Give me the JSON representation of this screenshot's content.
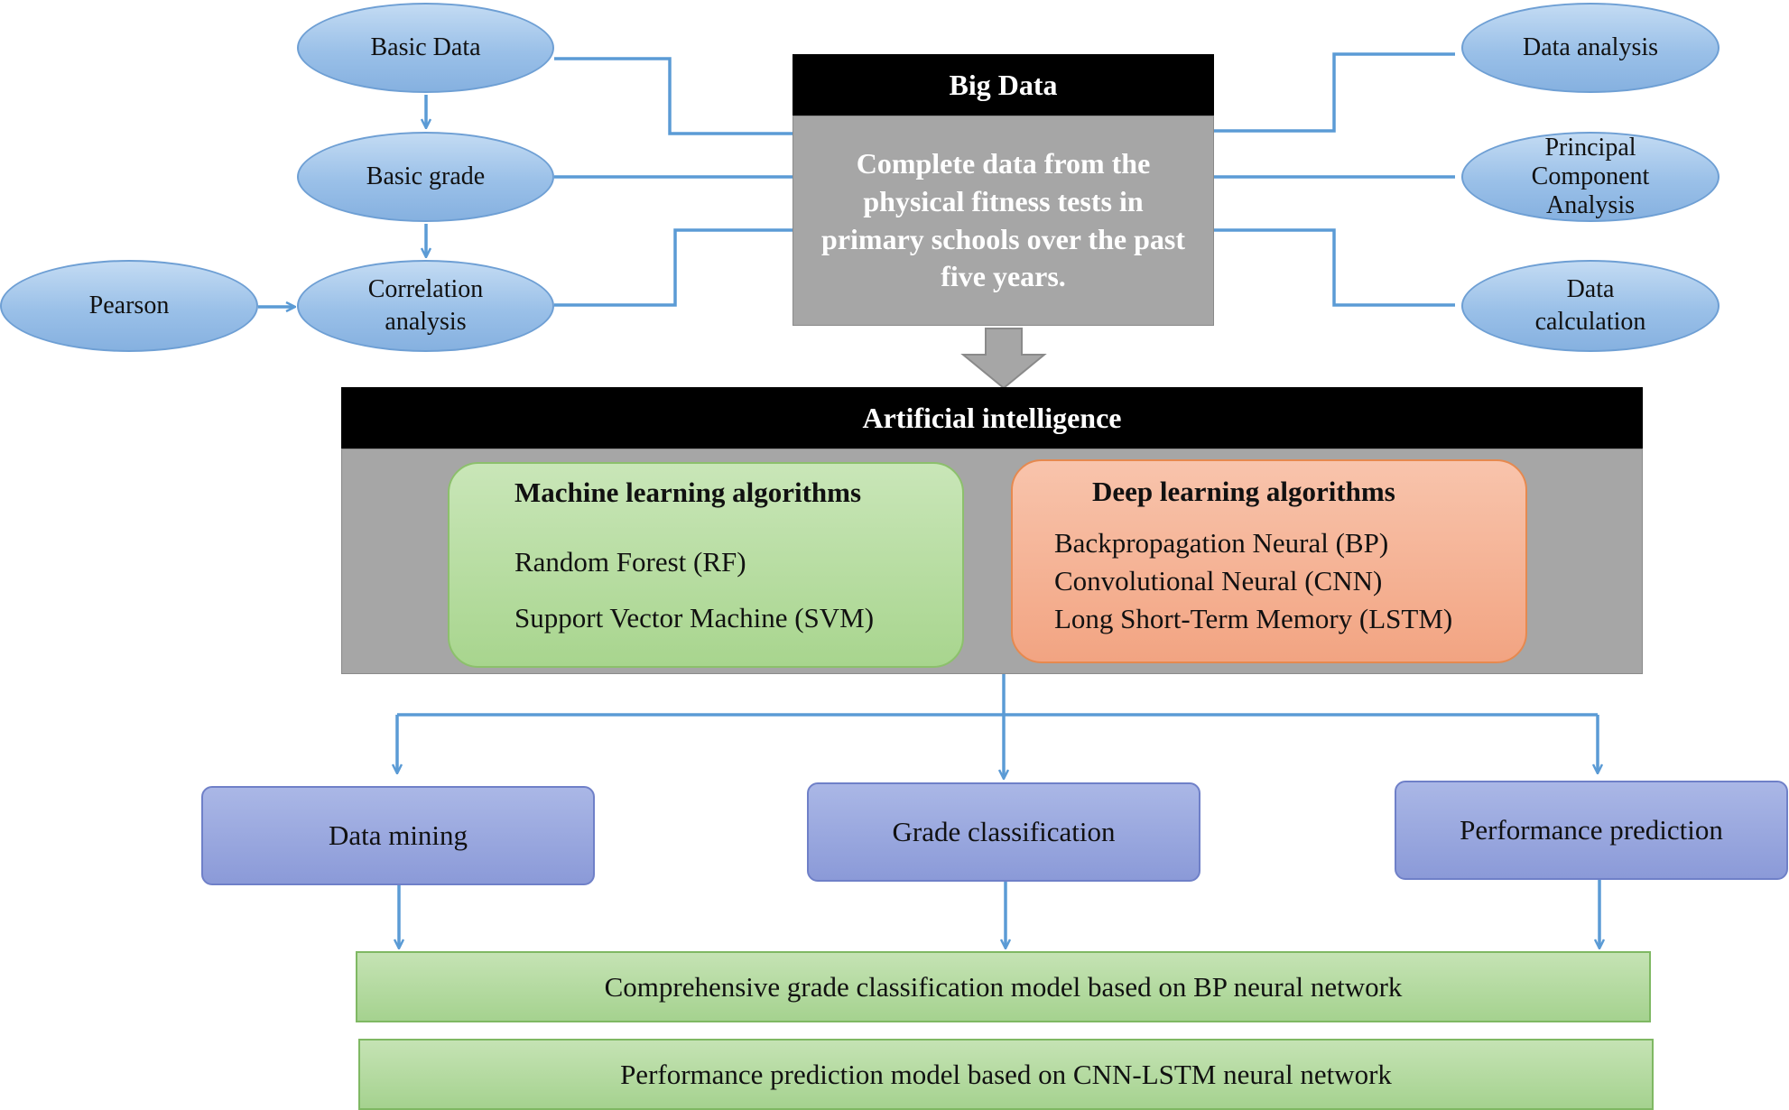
{
  "top_left": {
    "basic_data": "Basic Data",
    "basic_grade": "Basic grade",
    "correlation": [
      "Correlation",
      "analysis"
    ],
    "pearson": "Pearson"
  },
  "big_data": {
    "title": "Big Data",
    "text": [
      "Complete data from the",
      "physical fitness tests in",
      "primary schools over the past",
      "five years."
    ]
  },
  "top_right": {
    "data_analysis": "Data analysis",
    "pca": [
      "Principal",
      "Component",
      "Analysis"
    ],
    "data_calc": [
      "Data",
      "calculation"
    ]
  },
  "ai": {
    "title": "Artificial intelligence",
    "ml": {
      "title": "Machine learning algorithms",
      "items": [
        "Random Forest (RF)",
        "Support Vector Machine (SVM)"
      ]
    },
    "dl": {
      "title": "Deep learning algorithms",
      "items": [
        "Backpropagation Neural (BP)",
        "Convolutional Neural (CNN)",
        "Long Short-Term Memory (LSTM)"
      ]
    }
  },
  "outputs": {
    "data_mining": "Data mining",
    "grade_classification": "Grade classification",
    "performance_prediction": "Performance prediction"
  },
  "models": {
    "bp_model": "Comprehensive grade classification model based on BP neural network",
    "cnn_lstm_model": "Performance prediction model based on CNN-LSTM neural network"
  }
}
